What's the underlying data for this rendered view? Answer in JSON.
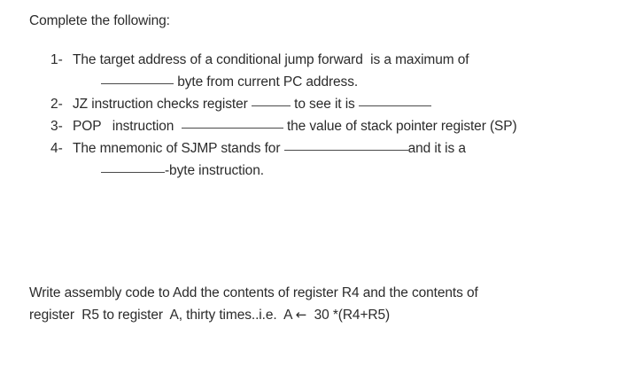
{
  "document": {
    "heading": "Complete the following:",
    "questions": [
      {
        "marker": "1-",
        "lines": [
          {
            "segments": [
              {
                "type": "text",
                "value": "The target address of a conditional jump forward  is a maximum of"
              }
            ]
          },
          {
            "indent": true,
            "segments": [
              {
                "type": "blank",
                "size": "md"
              },
              {
                "type": "text",
                "value": " byte from current PC address."
              }
            ]
          }
        ]
      },
      {
        "marker": "2-",
        "lines": [
          {
            "segments": [
              {
                "type": "text",
                "value": "JZ instruction checks register "
              },
              {
                "type": "blank",
                "size": "xs"
              },
              {
                "type": "text",
                "value": " to see it is "
              },
              {
                "type": "blank",
                "size": "md"
              }
            ]
          }
        ]
      },
      {
        "marker": "3-",
        "lines": [
          {
            "segments": [
              {
                "type": "text",
                "value": "POP   instruction  "
              },
              {
                "type": "blank",
                "size": "lg"
              },
              {
                "type": "text",
                "value": " the value of stack pointer register (SP)"
              }
            ]
          }
        ]
      },
      {
        "marker": "4-",
        "lines": [
          {
            "segments": [
              {
                "type": "text",
                "value": "The mnemonic of SJMP stands for "
              },
              {
                "type": "blank",
                "size": "xl"
              },
              {
                "type": "text",
                "value": "and it is a"
              }
            ]
          },
          {
            "indent": true,
            "segments": [
              {
                "type": "blank",
                "size": "sm"
              },
              {
                "type": "text",
                "value": "-byte instruction."
              }
            ]
          }
        ]
      }
    ],
    "paragraph": {
      "lines": [
        {
          "segments": [
            {
              "type": "text",
              "value": "Write assembly code to Add the contents of register R4 and the contents of"
            }
          ]
        },
        {
          "segments": [
            {
              "type": "text",
              "value": "register  R5 to register  A, thirty times..i.e.  A "
            },
            {
              "type": "arrow",
              "value": "←"
            },
            {
              "type": "text",
              "value": "  30 *(R4+R5)"
            }
          ]
        }
      ]
    }
  },
  "colors": {
    "background": "#ffffff",
    "text": "#2b2b2b",
    "blank_rule": "#4a4a4a"
  }
}
